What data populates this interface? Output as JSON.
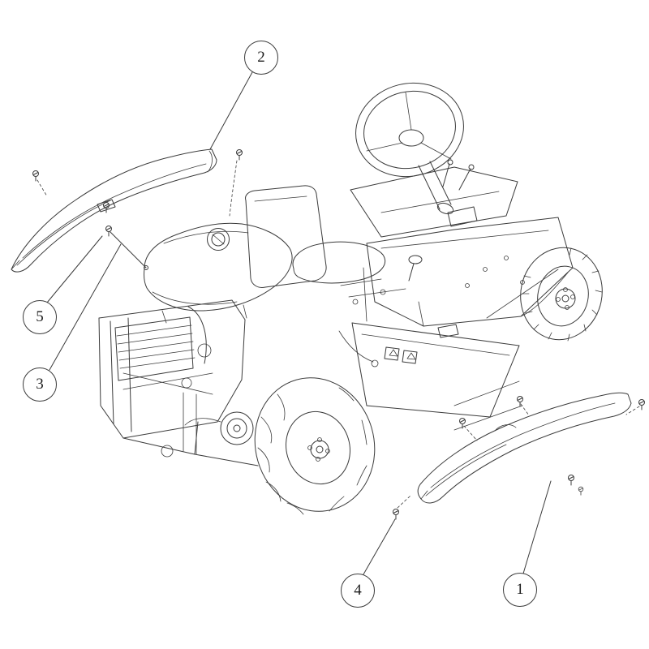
{
  "diagram": {
    "type": "exploded-parts-diagram",
    "subject": "riding mower side covers exploded view",
    "ink_color": "#3b3b3b",
    "background_color": "#ffffff",
    "callouts": [
      {
        "id": "1",
        "label": "1"
      },
      {
        "id": "2",
        "label": "2"
      },
      {
        "id": "3",
        "label": "3"
      },
      {
        "id": "4",
        "label": "4"
      },
      {
        "id": "5",
        "label": "5"
      }
    ]
  }
}
